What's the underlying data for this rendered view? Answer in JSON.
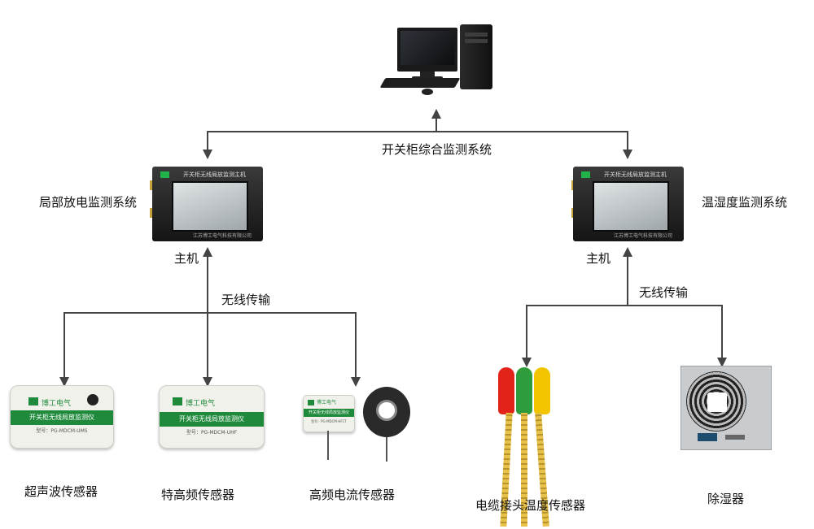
{
  "center": {
    "label": "开关柜综合监测系统",
    "icon": "desktop-computer-icon"
  },
  "left": {
    "system_label": "局部放电监测系统",
    "host_label": "主机",
    "host_device": {
      "panel_title": "开关柜无线局放监测主机",
      "footer": "江苏博工电气科技有限公司"
    },
    "link_label": "无线传输",
    "sensors": [
      {
        "label": "超声波传感器",
        "brand": "博工电气",
        "device_text": "开关柜无线局放监测仪",
        "model": "型号：PG-MDCM-UMS"
      },
      {
        "label": "特高频传感器",
        "brand": "博工电气",
        "device_text": "开关柜无线局放监测仪",
        "model": "型号：PG-MDCM-UHF"
      },
      {
        "label": "高频电流传感器",
        "brand": "博工电气",
        "device_text": "开关柜无线局放监测仪",
        "model": "型号：PG-MDCM-HFCT"
      }
    ]
  },
  "right": {
    "system_label": "温湿度监测系统",
    "host_label": "主机",
    "host_device": {
      "panel_title": "开关柜无线局放监测主机",
      "footer": "江苏博工电气科技有限公司"
    },
    "link_label": "无线传输",
    "devices": [
      {
        "label": "电缆接头温度传感器"
      },
      {
        "label": "除湿器"
      }
    ]
  },
  "colors": {
    "line": "#444444",
    "brand_green": "#1f8a3c",
    "connector_red": "#e2231a",
    "connector_green": "#2e9b3c",
    "connector_yellow": "#f3c400"
  }
}
